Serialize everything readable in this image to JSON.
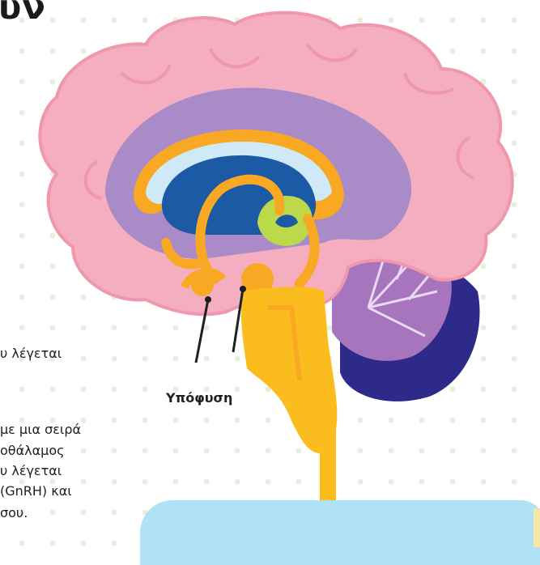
{
  "heading": "υν",
  "body_text": {
    "line_1": "υ λέγεται",
    "line_2": "με μια σειρά",
    "line_3": "οθάλαμος",
    "line_4": "υ λέγεται",
    "line_5": "(GnRH) και",
    "line_6": "σου."
  },
  "diagram": {
    "callout_label": "Υπόφυση"
  },
  "colors": {
    "cerebrum": "#f5adc0",
    "cerebrum_outline": "#ee97ad",
    "inner_cortex": "#a98bc7",
    "ventricle": "#1d5aa6",
    "ventricle_light": "#cfe9f7",
    "limbic": "#f8a823",
    "thalamus": "#bcd94a",
    "brainstem": "#fbbd1e",
    "cerebellum": "#a775bd",
    "cerebellum_dark": "#2e2a8a",
    "panel": "#aee2f4"
  }
}
